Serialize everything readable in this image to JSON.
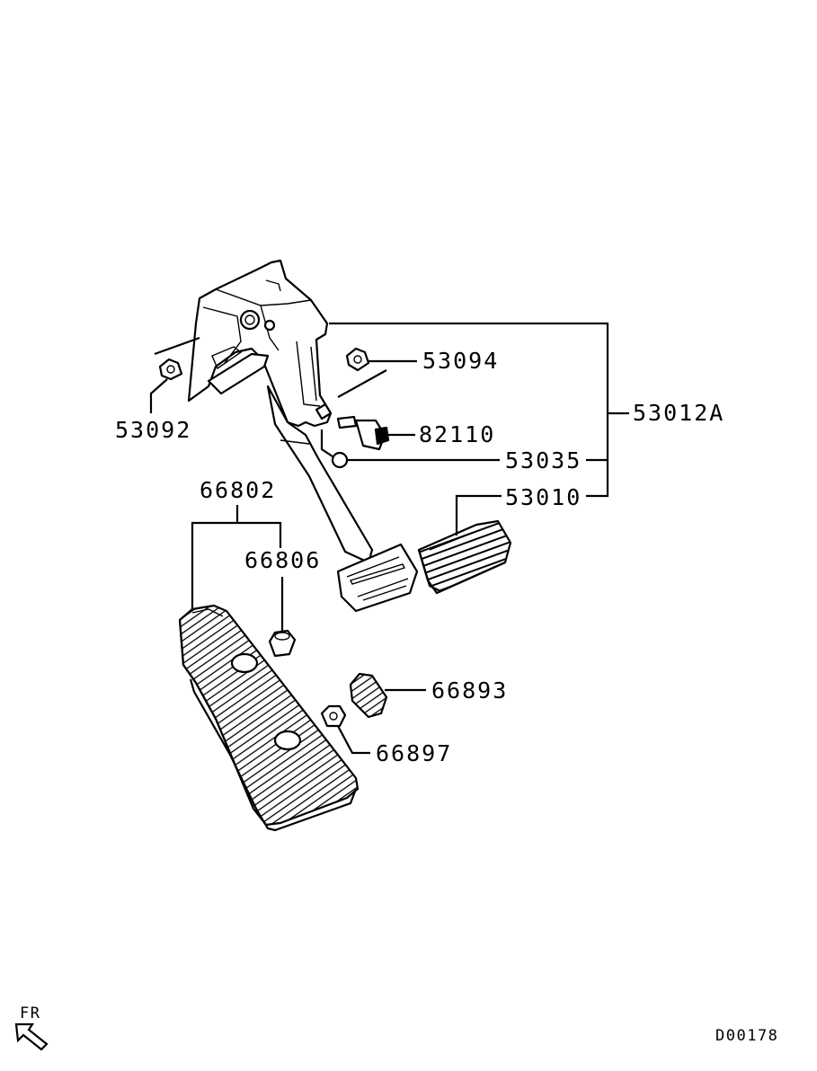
{
  "colors": {
    "ink": "#000000",
    "paper": "#ffffff"
  },
  "labels": {
    "p53012A": "53012A",
    "p53094": "53094",
    "p53092": "53092",
    "p82110": "82110",
    "p53035": "53035",
    "p53010": "53010",
    "p66802": "66802",
    "p66806": "66806",
    "p66893": "66893",
    "p66897": "66897"
  },
  "orientation": {
    "label": "FR",
    "icon": "front-direction-arrow-icon"
  },
  "diagram_code": "D00178"
}
